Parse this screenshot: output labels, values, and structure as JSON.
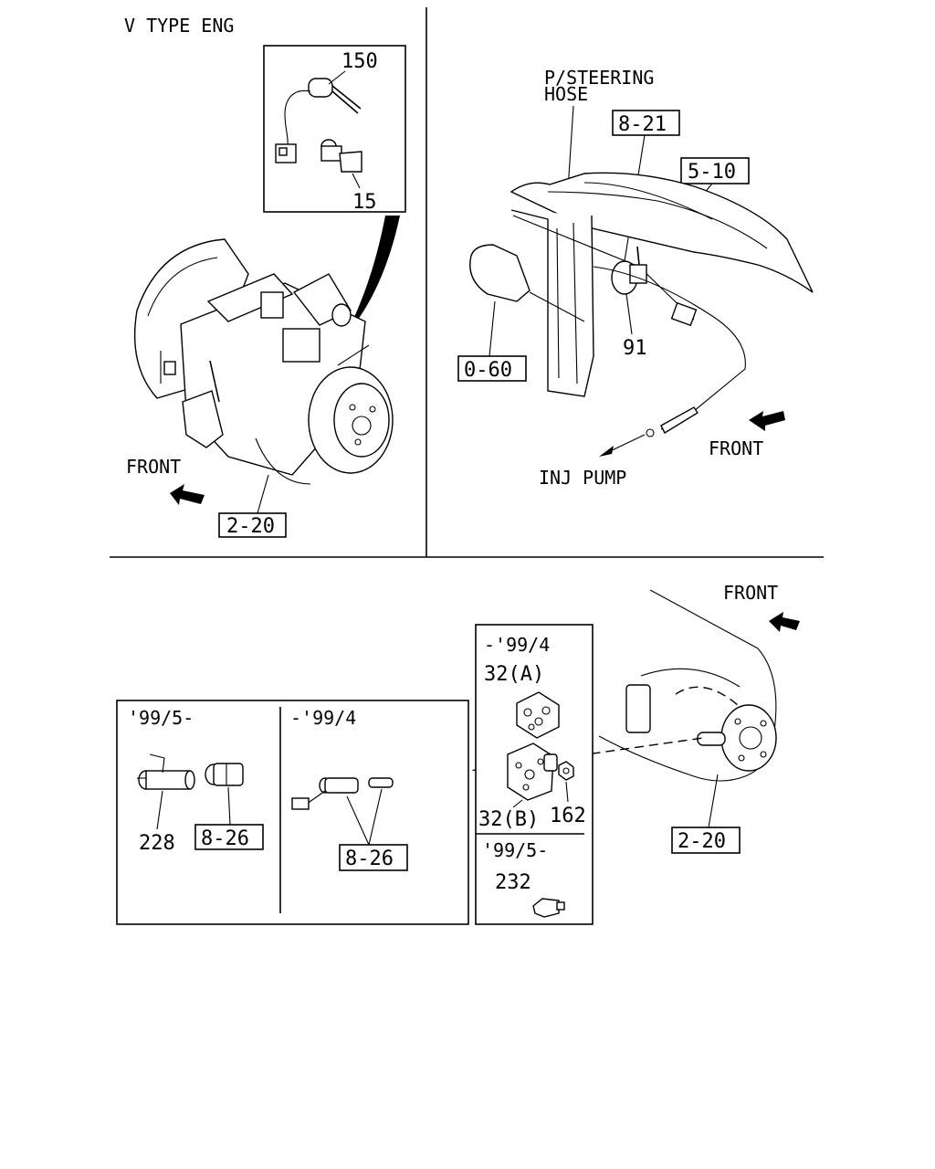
{
  "top_left": {
    "title": "V TYPE ENG",
    "callouts": {
      "sensor": "150",
      "bracket": "15"
    },
    "ref_box": "2-20",
    "front_label": "FRONT"
  },
  "top_right": {
    "hose_label_line1": "P/STEERING",
    "hose_label_line2": "HOSE",
    "ref_boxes": {
      "a": "8-21",
      "b": "5-10",
      "c": "0-60"
    },
    "callouts": {
      "clamp": "91"
    },
    "front_label": "FRONT",
    "inj_pump_label": "INJ PUMP"
  },
  "bottom": {
    "front_label": "FRONT",
    "left_box": {
      "section_a": "'99/5-",
      "section_b": "-'99/4",
      "callouts": {
        "relay": "228"
      },
      "ref_box_a": "8-26",
      "ref_box_b": "8-26"
    },
    "mid_box": {
      "section_a": "-'99/4",
      "section_b": "'99/5-",
      "callouts": {
        "a": "32(A)",
        "b": "32(B)",
        "nut": "162",
        "plug": "232"
      }
    },
    "ref_box": "2-20"
  }
}
